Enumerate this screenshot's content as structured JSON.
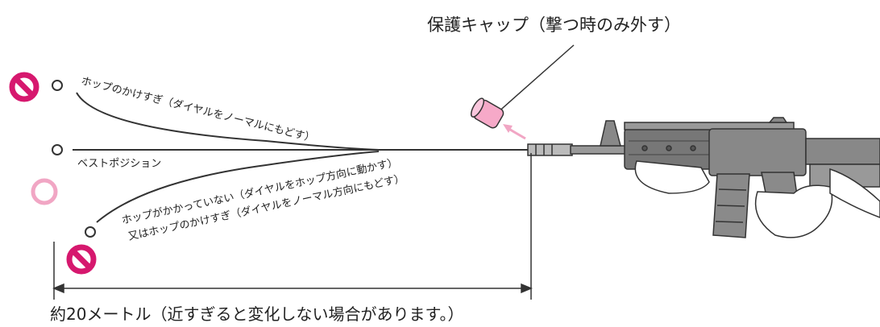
{
  "diagram": {
    "cap_label": "保護キャップ（撃つ時のみ外す）",
    "overhop_label": "ホップのかけすぎ（ダイヤルをノーマルにもどす）",
    "best_label": "ベストポジション",
    "underhop_label_line1": "ホップがかかっていない（ダイヤルをホップ方向に動かす）",
    "underhop_label_line2": "又はホップのかけすぎ（ダイヤルをノーマル方向にもどす）",
    "distance_label": "約20メートル（近すぎると変化しない場合があります。）",
    "colors": {
      "prohibited": "#d6186e",
      "ok_ring": "#f1a6c4",
      "cap_fill": "#f6a9c8",
      "line": "#333333"
    }
  }
}
